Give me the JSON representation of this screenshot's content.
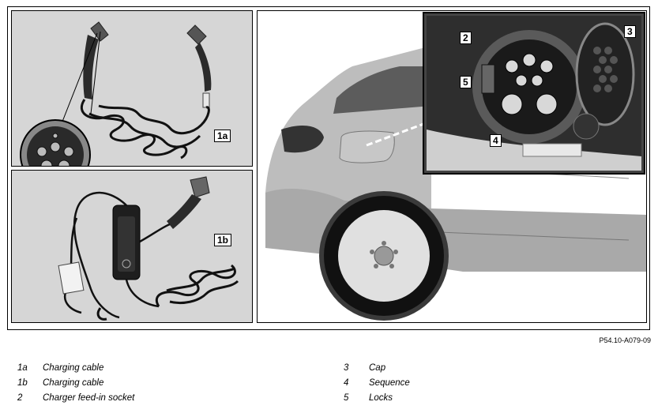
{
  "callouts": {
    "c1a": "1a",
    "c1b": "1b",
    "c2": "2",
    "c3": "3",
    "c4": "4",
    "c5": "5"
  },
  "figure_reference": "P54.10-A079-09",
  "legend": {
    "left": [
      {
        "key": "1a",
        "text": "Charging cable"
      },
      {
        "key": "1b",
        "text": "Charging cable"
      },
      {
        "key": "2",
        "text": "Charger feed-in socket"
      }
    ],
    "right": [
      {
        "key": "3",
        "text": "Cap"
      },
      {
        "key": "4",
        "text": "Sequence"
      },
      {
        "key": "5",
        "text": "Locks"
      }
    ]
  }
}
